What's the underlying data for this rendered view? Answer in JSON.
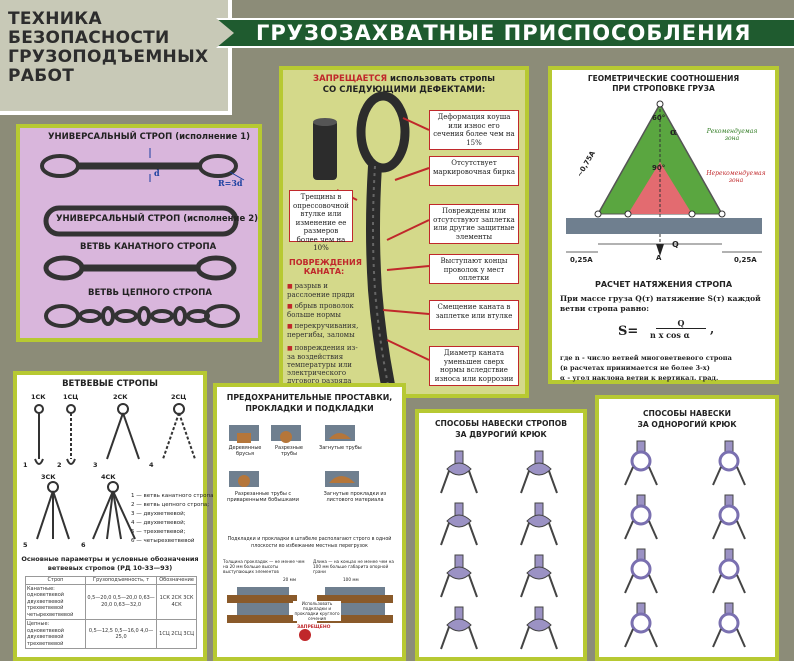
{
  "header": {
    "left_lines": [
      "ТЕХНИКА",
      "БЕЗОПАСНОСТИ",
      "ГРУЗОПОДЪЕМНЫХ",
      "РАБОТ"
    ],
    "title": "ГРУЗОЗАХВАТНЫЕ ПРИСПОСОБЛЕНИЯ"
  },
  "colors": {
    "background": "#8c8c78",
    "frame": "#b7c932",
    "title_bar": "#1f5b2f",
    "accent_red": "#c0282b",
    "panel_purple": "#d9b6dc",
    "panel_yellow": "#d4d98a",
    "zone_green": "#5aa640",
    "zone_red": "#e36b70"
  },
  "slings": {
    "labels": [
      "УНИВЕРСАЛЬНЫЙ СТРОП (исполнение 1)",
      "УНИВЕРСАЛЬНЫЙ СТРОП (исполнение 2)",
      "ВЕТВЬ КАНАТНОГО СТРОПА",
      "ВЕТВЬ ЦЕПНОГО СТРОПА"
    ],
    "d_label": "d",
    "r_label": "R=3d"
  },
  "defects": {
    "title_red": "ЗАПРЕЩАЕТСЯ",
    "title_rest": "использовать стропы",
    "title_line2": "СО СЛЕДУЮЩИМИ ДЕФЕКТАМИ:",
    "left_box": "Трещины в опрессовочной втулке или изменение ее размеров более чем на 10%",
    "damage_title": "ПОВРЕЖДЕНИЯ КАНАТА:",
    "damage_items": [
      "разрыв и расслоение пряди",
      "обрыв проволок больше нормы",
      "перекручивания, перегибы, заломы",
      "повреждения из-за воздействия температуры или электрического дугового разряда"
    ],
    "right_boxes": [
      "Деформация коуша или износ его сечения более чем на 15%",
      "Отсутствует маркировочная бирка",
      "Повреждены или отсутствуют заплетка или другие защитные элементы",
      "Выступают концы проволок у мест оплетки",
      "Смещение каната в заплетке или втулке",
      "Диаметр каната уменьшен сверх нормы вследствие износа или коррозии"
    ]
  },
  "geometry": {
    "title_l1": "ГЕОМЕТРИЧЕСКИЕ СООТНОШЕНИЯ",
    "title_l2": "ПРИ СТРОПОВКЕ ГРУЗА",
    "angle_60": "60°",
    "angle_90": "90°",
    "alpha": "α",
    "side_label": "~0,75А",
    "rec_zone": "Рекомендуемая зона",
    "nonrec_zone": "Нерекомендуемая зона",
    "q": "Q",
    "a": "A",
    "dim_left": "0,25A",
    "dim_right": "0,25A",
    "tension_title": "РАСЧЕТ НАТЯЖЕНИЯ СТРОПА",
    "tension_text": "При массе груза Q(т) натяжение S(т) каждой ветви стропа равно:",
    "formula_s": "S=",
    "formula_num": "Q",
    "formula_den": "n x cos α",
    "formula_tail": ",",
    "note_1": "где n - число ветвей многоветвевого стропа",
    "note_2": "(в расчетах принимается не более 3-х)",
    "note_3": "α - угол наклона ветви к вертикал. град."
  },
  "branch": {
    "title": "ВЕТВЕВЫЕ СТРОПЫ",
    "codes": [
      "1СК",
      "1СЦ",
      "2СК",
      "2СЦ",
      "3СК",
      "4СК"
    ],
    "nums": [
      "1",
      "2",
      "3",
      "4",
      "5",
      "6"
    ],
    "legend": [
      "1 — ветвь канатного стропа;",
      "2 — ветвь цепного стропа;",
      "3 — двухветвевой;",
      "4 — двухветвевой;",
      "5 — трехветвевой;",
      "6 — четырехветвевой"
    ],
    "table_title_l1": "Основные параметры и условные обозначения",
    "table_title_l2": "ветвевых стропов (РД 10-33—93)",
    "table_headers": [
      "Строп",
      "Грузоподъемность, т",
      "Обозначение"
    ],
    "table_rows": [
      [
        "Канатные: одноветвевой двухветвевой трехветвевой четырехветвевой",
        "0,5—20,0 0,5—20,0 0,63—20,0 0,63—32,0",
        "1СК 2СК 3СК 4СК"
      ],
      [
        "Цепные: одноветвевой двухветвевой трехветвевой",
        "0,5—12,5 0,5—16,0 4,0—25,0",
        "1СЦ 2СЦ 3СЦ"
      ]
    ]
  },
  "spacers": {
    "title_l1": "ПРЕДОХРАНИТЕЛЬНЫЕ ПРОСТАВКИ,",
    "title_l2": "ПРОКЛАДКИ И ПОДКЛАДКИ",
    "labels": [
      "Деревянные брусья",
      "Разрезные трубы",
      "Загнутые трубы",
      "Разрезанные трубы с приваренными бобышками",
      "Загнутые прокладки из листового материала"
    ],
    "note_l1": "Подкладки и прокладки в штабеле располагают строго в одной",
    "note_l2": "плоскости во избежание местных перегрузок",
    "cap_left": "Толщина прокладок — не менее чем на 20 мм больше высоты выступающих элементов",
    "cap_right": "Длина — на концах не менее чем на 100 мм больше габарита опорной грани",
    "dim_20": "20 мм",
    "dim_100": "100 мм",
    "use_text": "Использовать подкладки и прокладки круглого сечения",
    "forbidden": "ЗАПРЕЩЕНО"
  },
  "double_hook": {
    "title_l1": "СПОСОБЫ НАВЕСКИ СТРОПОВ",
    "title_l2": "ЗА ДВУРОГИЙ КРЮК"
  },
  "single_hook": {
    "title_l1": "СПОСОБЫ НАВЕСКИ",
    "title_l2": "ЗА ОДНОРОГИЙ КРЮК"
  }
}
